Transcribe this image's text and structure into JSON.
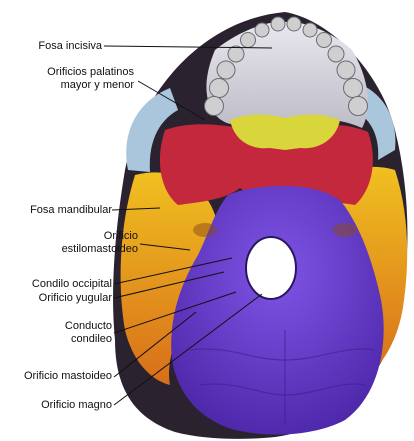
{
  "diagram": {
    "labels": {
      "fosa_incisiva": "Fosa incisiva",
      "orificios_palatinos_1": "Orificios palatinos",
      "orificios_palatinos_2": "mayor y menor",
      "fosa_mandibular": "Fosa mandibular",
      "orificio_estilomastoideo_1": "Orificio",
      "orificio_estilomastoideo_2": "estilomastoideo",
      "condilo_occipital": "Condilo occipital",
      "orificio_yugular": "Orificio yugular",
      "conducto_condileo_1": "Conducto",
      "conducto_condileo_2": "condileo",
      "orificio_mastoideo": "Orificio mastoideo",
      "orificio_magno": "Orificio magno"
    },
    "colors": {
      "occipital": "#6a3fd4",
      "temporal": "#e6a11c",
      "sphenoid": "#c4283c",
      "palatine": "#d8d63a",
      "maxilla": "#dcdbe2",
      "zygomatic": "#a9c6dc",
      "teeth": "#cfcfcf",
      "foramen": "#ffffff"
    }
  }
}
